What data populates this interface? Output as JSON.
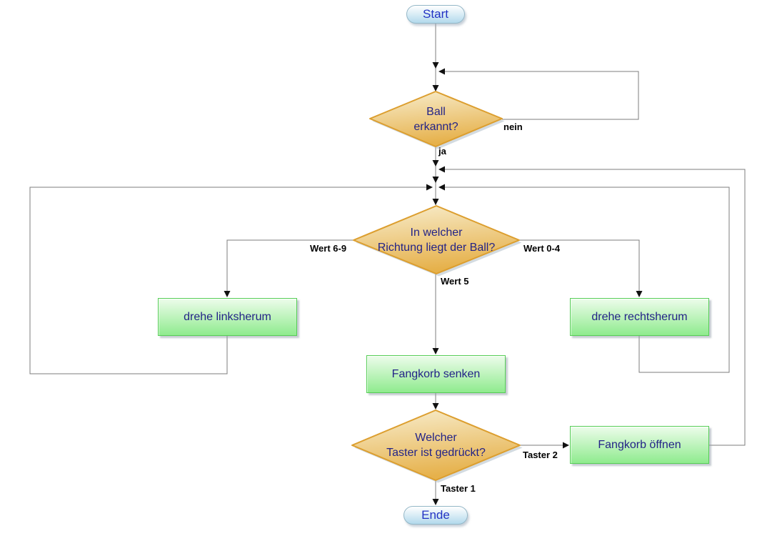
{
  "title": "Flowchart ball catching robot (German)",
  "colors": {
    "canvas_bg": "#ffffff",
    "line": "#7c7c7c",
    "arrow": "#111111",
    "decision_fill_top": "#f8eecf",
    "decision_fill_bottom": "#e6b14b",
    "decision_border": "#dc9e2e",
    "decision_shadow": "#aebdc9",
    "process_fill_top": "#edfceb",
    "process_fill_bottom": "#8feb8e",
    "process_border": "#56cd56",
    "terminator_fill_top": "#ffffff",
    "terminator_fill_bottom": "#b2d9ec",
    "terminator_border": "#93b7c7",
    "terminator_text": "#2233c4",
    "node_text": "#232387",
    "edge_label_color": "#000000"
  },
  "nodes": {
    "start": {
      "type": "terminator",
      "label": "Start"
    },
    "ball": {
      "type": "decision",
      "lines": [
        "Ball",
        "erkannt?"
      ]
    },
    "richtung": {
      "type": "decision",
      "lines": [
        "In welcher",
        "Richtung liegt der Ball?"
      ]
    },
    "linksherum": {
      "type": "process",
      "label": "drehe linksherum"
    },
    "rechtsherum": {
      "type": "process",
      "label": "drehe rechtsherum"
    },
    "senken": {
      "type": "process",
      "label": "Fangkorb senken"
    },
    "taster": {
      "type": "decision",
      "lines": [
        "Welcher",
        "Taster ist gedrückt?"
      ]
    },
    "oeffnen": {
      "type": "process",
      "label": "Fangkorb öffnen"
    },
    "ende": {
      "type": "terminator",
      "label": "Ende"
    }
  },
  "edge_labels": {
    "nein": "nein",
    "ja": "ja",
    "wert_6_9": "Wert 6-9",
    "wert_0_4": "Wert 0-4",
    "wert_5": "Wert 5",
    "taster_2": "Taster 2",
    "taster_1": "Taster 1"
  }
}
